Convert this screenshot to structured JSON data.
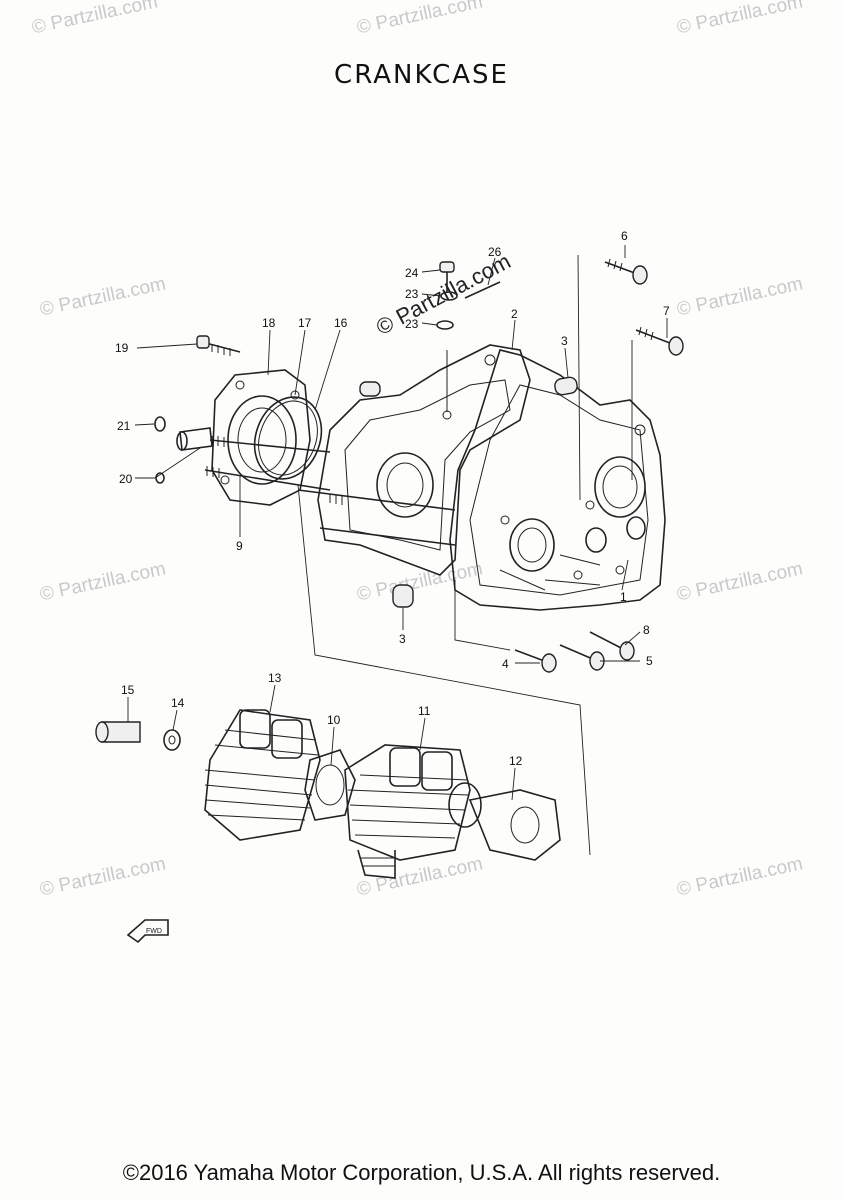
{
  "title": "CRANKCASE",
  "footer": "©2016 Yamaha Motor Corporation, U.S.A. All rights reserved.",
  "watermark": "© Partzilla.com",
  "fwd_label": "FWD",
  "callouts": [
    {
      "id": "c1",
      "text": "1"
    },
    {
      "id": "c2",
      "text": "2"
    },
    {
      "id": "c3a",
      "text": "3"
    },
    {
      "id": "c3b",
      "text": "3"
    },
    {
      "id": "c4",
      "text": "4"
    },
    {
      "id": "c5",
      "text": "5"
    },
    {
      "id": "c6",
      "text": "6"
    },
    {
      "id": "c7",
      "text": "7"
    },
    {
      "id": "c8",
      "text": "8"
    },
    {
      "id": "c9",
      "text": "9"
    },
    {
      "id": "c10",
      "text": "10"
    },
    {
      "id": "c11",
      "text": "11"
    },
    {
      "id": "c12",
      "text": "12"
    },
    {
      "id": "c13",
      "text": "13"
    },
    {
      "id": "c14",
      "text": "14"
    },
    {
      "id": "c15",
      "text": "15"
    },
    {
      "id": "c16",
      "text": "16"
    },
    {
      "id": "c17",
      "text": "17"
    },
    {
      "id": "c18",
      "text": "18"
    },
    {
      "id": "c19",
      "text": "19"
    },
    {
      "id": "c20",
      "text": "20"
    },
    {
      "id": "c21",
      "text": "21"
    },
    {
      "id": "c23a",
      "text": "23"
    },
    {
      "id": "c23b",
      "text": "23"
    },
    {
      "id": "c24",
      "text": "24"
    },
    {
      "id": "c26",
      "text": "26"
    }
  ]
}
